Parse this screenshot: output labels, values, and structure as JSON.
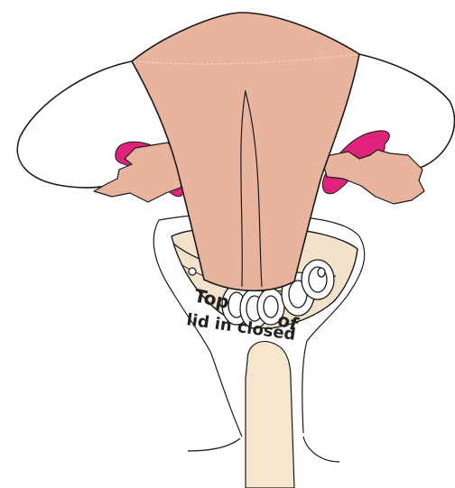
{
  "diagram": {
    "labels": {
      "top": "Top",
      "of": "of",
      "bottom": "lid in closed"
    }
  },
  "colors": {
    "uterus_fill": "#e8b49e",
    "ovary_fill": "#e0237a",
    "stem_fill": "#f6e6cd",
    "device_fill": "#f2e2cc",
    "outline": "#1a1a1a"
  }
}
